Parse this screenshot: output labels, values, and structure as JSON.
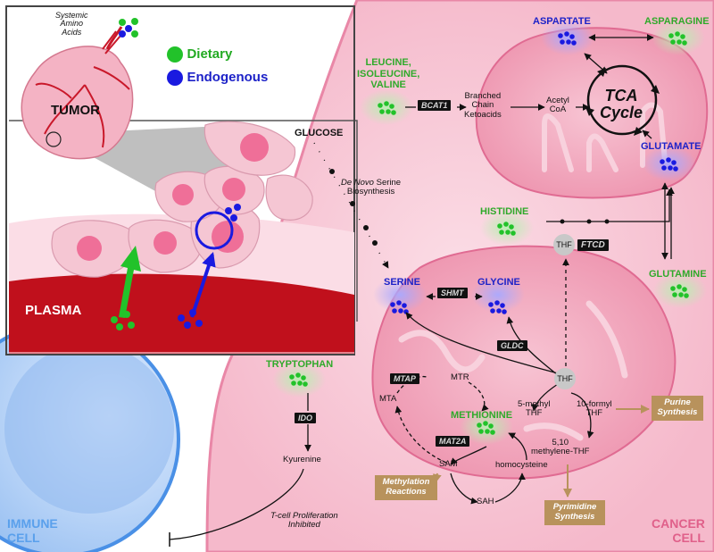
{
  "inset": {
    "systemic": "Systemic",
    "amino": "Amino",
    "acids": "Acids",
    "legend_dietary": "Dietary",
    "legend_endogenous": "Endogenous",
    "tumor": "TUMOR",
    "plasma": "PLASMA"
  },
  "cells": {
    "immune_line1": "IMMUNE",
    "immune_line2": "CELL",
    "cancer_line1": "CANCER",
    "cancer_line2": "CELL"
  },
  "metabolites": {
    "aspartate": "ASPARTATE",
    "asparagine": "ASPARAGINE",
    "bcaa_line1": "LEUCINE,",
    "bcaa_line2": "ISOLEUCINE,",
    "bcaa_line3": "VALINE",
    "glucose": "GLUCOSE",
    "glutamate": "GLUTAMATE",
    "histidine": "HISTIDINE",
    "glutamine": "GLUTAMINE",
    "serine": "SERINE",
    "glycine": "GLYCINE",
    "tryptophan": "TRYPTOPHAN",
    "methionine": "METHIONINE"
  },
  "enzymes": {
    "bcat1": "BCAT1",
    "shmt": "SHMT",
    "gldc": "GLDC",
    "ftcd": "FTCD",
    "ido": "IDO",
    "mtap": "MTAP",
    "mat2a": "MAT2A"
  },
  "labels": {
    "bck_line1": "Branched",
    "bck_line2": "Chain",
    "bck_line3": "Ketoacids",
    "acetyl": "Acetyl",
    "coa": "CoA",
    "tca_line1": "TCA",
    "tca_line2": "Cycle",
    "denovo_line1": "De Novo",
    "denovo_line2": "Serine",
    "denovo_line3": "Biosynthesis",
    "thf_ftcd": "THF",
    "thf_mito": "THF",
    "mtr": "MTR",
    "mta": "MTA",
    "sam": "SAM",
    "sah": "SAH",
    "homocysteine": "homocysteine",
    "methylthf_line1": "5-methyl",
    "methylthf_line2": "THF",
    "formylthf_line1": "10-formyl",
    "formylthf_line2": "THF",
    "methylene_line1": "5,10",
    "methylene_line2": "methylene-THF",
    "kyurenine": "Kyurenine",
    "tcell_line1": "T-cell Proliferation",
    "tcell_line2": "Inhibited"
  },
  "outputs": {
    "purine_line1": "Purine",
    "purine_line2": "Synthesis",
    "pyrimidine_line1": "Pyrimidine",
    "pyrimidine_line2": "Synthesis",
    "methylation_line1": "Methylation",
    "methylation_line2": "Reactions"
  },
  "colors": {
    "dietary": "#22c22a",
    "endogenous": "#1a1ae0",
    "cancer_cell": "#f7c6d4",
    "mitochondria": "#f2a6bd",
    "immune_cell": "#5aa0ec",
    "plasma": "#c0101c",
    "output_box": "#b8925c",
    "enzyme_box": "#111111"
  }
}
